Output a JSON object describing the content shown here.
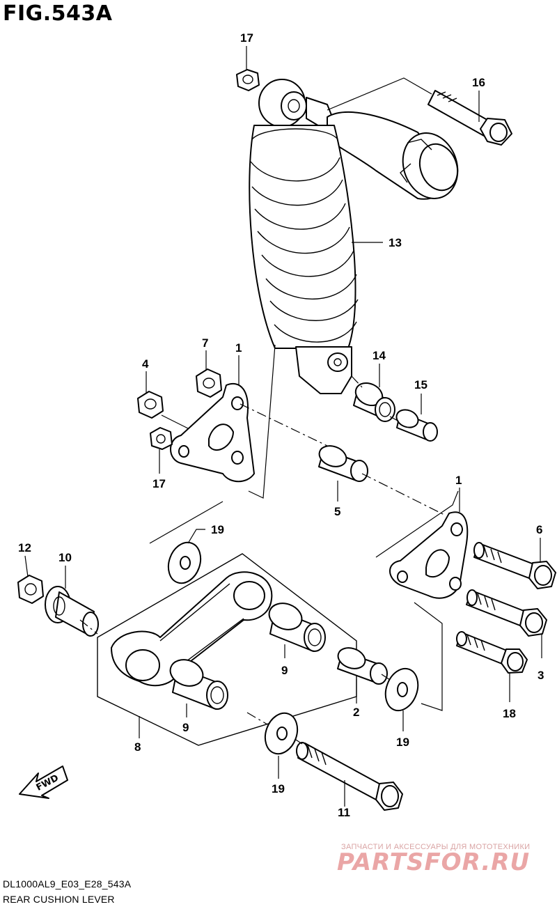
{
  "figure": {
    "title": "FIG.543A",
    "model_code": "DL1000AL9_E03_E28_543A",
    "section_name": "REAR CUSHION LEVER"
  },
  "fwd_label": "FWD",
  "watermark": {
    "tagline": "ЗАПЧАСТИ И АКСЕССУАРЫ ДЛЯ МОТОТЕХНИКИ",
    "logo": "PARTSFOR.RU"
  },
  "callouts": {
    "c17a": "17",
    "c16": "16",
    "c13": "13",
    "c7": "7",
    "c1a": "1",
    "c4": "4",
    "c14": "14",
    "c15": "15",
    "c17b": "17",
    "c5": "5",
    "c1b": "1",
    "c6": "6",
    "c19a": "19",
    "c12": "12",
    "c10": "10",
    "c9a": "9",
    "c3": "3",
    "c18": "18",
    "c2": "2",
    "c9b": "9",
    "c8": "8",
    "c19b": "19",
    "c19c": "19",
    "c11": "11"
  },
  "colors": {
    "line": "#000000",
    "watermark": "#eaa6a6"
  }
}
